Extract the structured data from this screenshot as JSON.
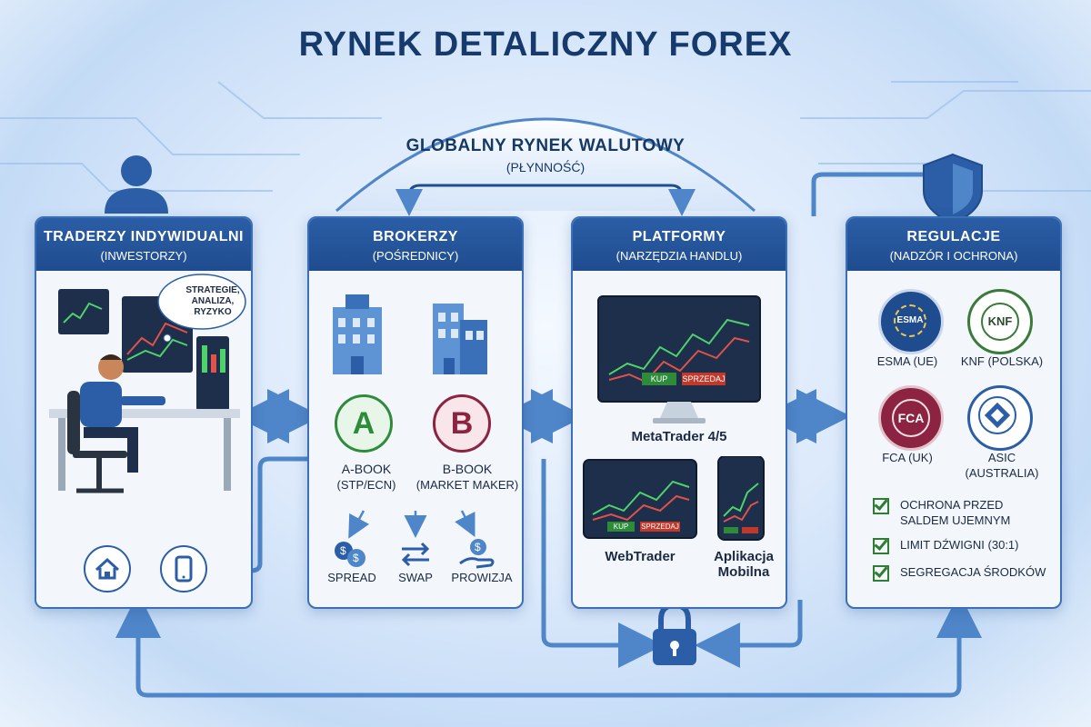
{
  "title": "RYNEK DETALICZNY FOREX",
  "globalny": {
    "title": "GLOBALNY RYNEK WALUTOWY",
    "subtitle": "(PŁYNNOŚĆ)"
  },
  "panels": {
    "traderzy": {
      "title": "TRADERZY INDYWIDUALNI",
      "subtitle": "(INWESTORZY)",
      "bubble": [
        "STRATEGIE,",
        "ANALIZA,",
        "RYZYKO"
      ]
    },
    "brokerzy": {
      "title": "BROKERZY",
      "subtitle": "(POŚREDNICY)",
      "a_letter": "A",
      "a_label": "A-BOOK",
      "a_sub": "(STP/ECN)",
      "b_letter": "B",
      "b_label": "B-BOOK",
      "b_sub": "(MARKET MAKER)",
      "fees": [
        "SPREAD",
        "SWAP",
        "PROWIZJA"
      ]
    },
    "platformy": {
      "title": "PLATFORMY",
      "subtitle": "(NARZĘDZIA HANDLU)",
      "metatrader": "MetaTrader 4/5",
      "webtrader": "WebTrader",
      "aplikacja_1": "Aplikacja",
      "aplikacja_2": "Mobilna",
      "buy": "KUP",
      "sell": "SPRZEDAJ"
    },
    "regulacje": {
      "title": "REGULACJE",
      "subtitle": "(NADZÓR I OCHRONA)",
      "regulators": [
        "ESMA (UE)",
        "KNF (POLSKA)",
        "FCA (UK)",
        "ASIC",
        "(AUSTRALIA)"
      ],
      "seal_texts": [
        "ESMA",
        "KNF",
        "FCA"
      ],
      "checks": [
        "OCHRONA PRZED",
        "SALDEM UJEMNYM",
        "LIMIT DŹWIGNI (30:1)",
        "SEGREGACJA ŚRODKÓW"
      ]
    }
  },
  "colors": {
    "navy": "#153a6b",
    "blue": "#2b5ea6",
    "green": "#2e8b3a",
    "maroon": "#8c2340",
    "arrow": "#4f86c9"
  }
}
